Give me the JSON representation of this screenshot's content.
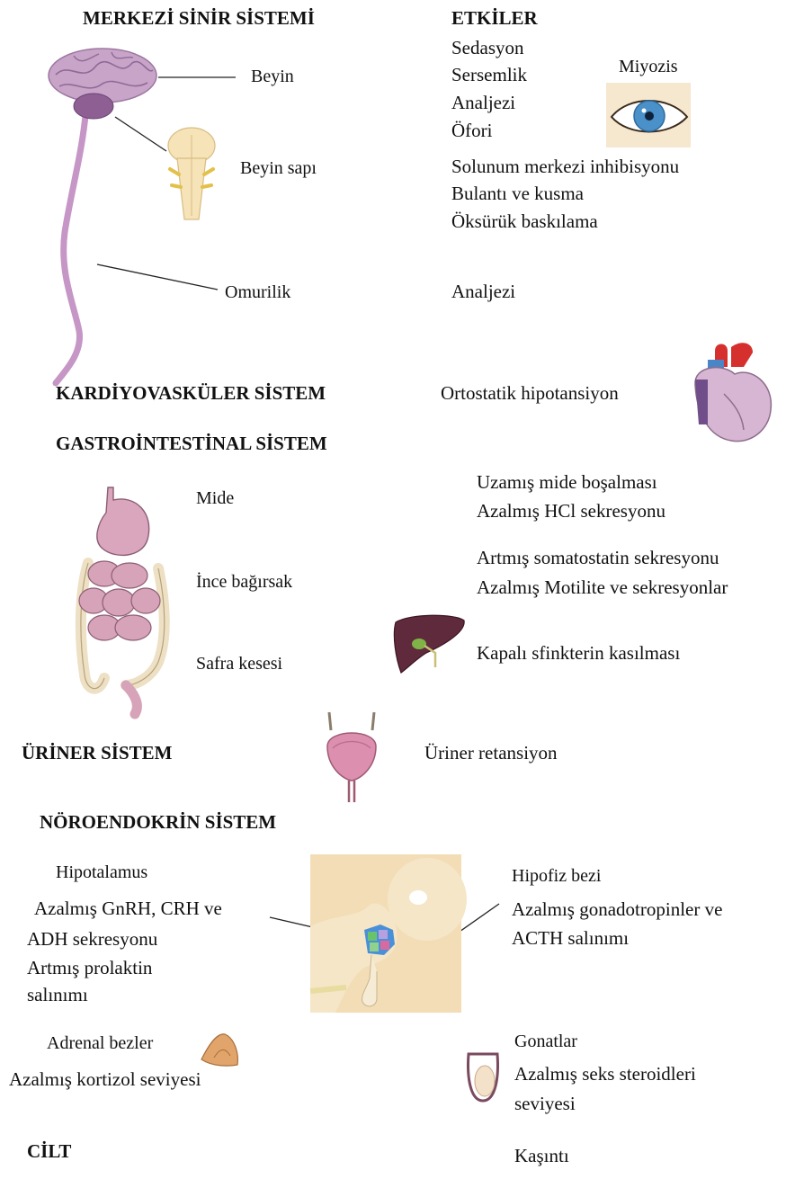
{
  "cns": {
    "title": "MERKEZİ SİNİR SİSTEMİ",
    "brain": "Beyin",
    "brainstem": "Beyin sapı",
    "spinal_cord": "Omurilik"
  },
  "effects": {
    "title": "ETKİLER",
    "brain_effects": [
      "Sedasyon",
      "Sersemlik",
      "Analjezi",
      "Öfori"
    ],
    "miosis": "Miyozis",
    "brainstem_effects": [
      "Solunum merkezi inhibisyonu",
      "Bulantı ve kusma",
      "Öksürük baskılama"
    ],
    "spinal_effect": "Analjezi"
  },
  "cardio": {
    "title": "KARDİYOVASKÜLER SİSTEM",
    "effect": "Ortostatik hipotansiyon"
  },
  "gi": {
    "title": "GASTROİNTESTİNAL SİSTEM",
    "stomach": "Mide",
    "small_intestine": "İnce bağırsak",
    "gallbladder": "Safra kesesi",
    "stomach_effects": [
      "Uzamış mide boşalması",
      "Azalmış HCl sekresyonu"
    ],
    "intestine_effects": [
      "Artmış somatostatin sekresyonu",
      "Azalmış Motilite ve sekresyonlar"
    ],
    "gallbladder_effect": "Kapalı sfinkterin kasılması"
  },
  "urinary": {
    "title": "ÜRİNER SİSTEM",
    "effect": "Üriner retansiyon"
  },
  "neuroendocrine": {
    "title": "NÖROENDOKRİN SİSTEM",
    "hypothalamus": "Hipotalamus",
    "hypothalamus_effects": [
      "Azalmış GnRH, CRH ve",
      "ADH sekresyonu",
      "Artmış prolaktin",
      "salınımı"
    ],
    "pituitary": "Hipofiz bezi",
    "pituitary_effects": [
      "Azalmış gonadotropinler ve",
      "ACTH salınımı"
    ],
    "adrenal": "Adrenal bezler",
    "adrenal_effect": "Azalmış kortizol seviyesi",
    "gonads": "Gonatlar",
    "gonad_effects": [
      "Azalmış seks steroidleri",
      "seviyesi"
    ]
  },
  "skin": {
    "title": "CİLT",
    "effect": "Kaşıntı"
  }
}
